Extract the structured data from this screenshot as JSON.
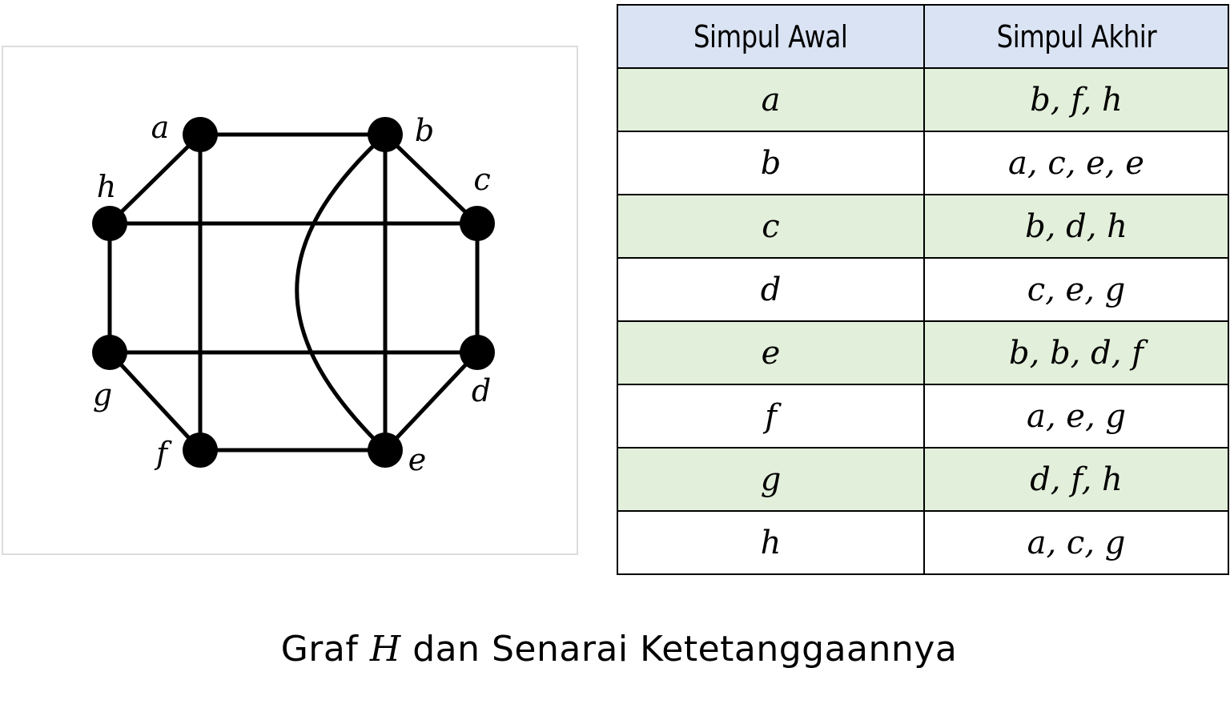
{
  "graph": {
    "name": "H",
    "vertices": [
      "a",
      "b",
      "c",
      "d",
      "e",
      "f",
      "g",
      "h"
    ],
    "edges": [
      [
        "a",
        "b"
      ],
      [
        "a",
        "f"
      ],
      [
        "a",
        "h"
      ],
      [
        "b",
        "c"
      ],
      [
        "b",
        "e"
      ],
      [
        "b",
        "e"
      ],
      [
        "c",
        "d"
      ],
      [
        "c",
        "h"
      ],
      [
        "d",
        "e"
      ],
      [
        "d",
        "g"
      ],
      [
        "e",
        "f"
      ],
      [
        "f",
        "g"
      ],
      [
        "g",
        "h"
      ]
    ],
    "parallel_edge_curved": [
      "b",
      "e"
    ]
  },
  "table": {
    "header_start": "Simpul Awal",
    "header_end": "Simpul Akhir",
    "header_color": "#dae3f3",
    "shaded_row_color": "#e2efda",
    "rows": [
      {
        "start": "a",
        "end": "b, f, h"
      },
      {
        "start": "b",
        "end": "a, c, e, e"
      },
      {
        "start": "c",
        "end": "b, d, h"
      },
      {
        "start": "d",
        "end": "c, e, g"
      },
      {
        "start": "e",
        "end": "b, b, d, f"
      },
      {
        "start": "f",
        "end": "a, e, g"
      },
      {
        "start": "g",
        "end": "d, f, h"
      },
      {
        "start": "h",
        "end": "a, c, g"
      }
    ]
  },
  "caption": {
    "prefix": "Graf",
    "graph_symbol": "H",
    "suffix": "dan Senarai Ketetanggaannya"
  }
}
